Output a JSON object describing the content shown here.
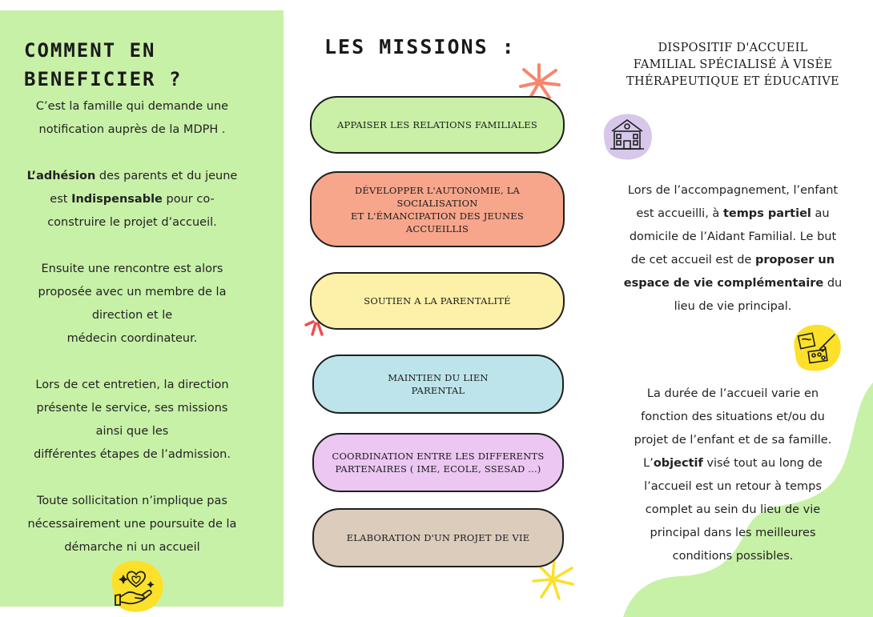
{
  "left": {
    "title_line1": "COMMENT EN",
    "title_line2": "BENEFICIER ?",
    "p1": {
      "l1": "C’est la famille qui demande une",
      "l2": "notification auprès de la MDPH ."
    },
    "p2": {
      "b1": "L’adhésion",
      "t1": " des parents et du jeune",
      "t2": "est ",
      "b2": "Indispensable",
      "t3": " pour co-",
      "t4": "construire le projet d’accueil."
    },
    "p3": {
      "l1": "Ensuite  une rencontre est alors",
      "l2": "proposée avec un membre de la",
      "l3": "direction et le",
      "l4": "médecin coordinateur."
    },
    "p4": {
      "l1": "Lors de cet entretien, la direction",
      "l2": "présente le service, ses missions",
      "l3": "ainsi que les",
      "l4": "différentes étapes de l’admission."
    },
    "p5": {
      "l1": "Toute sollicitation n’implique pas",
      "l2": "nécessairement une poursuite de la",
      "l3": "démarche ni un accueil"
    }
  },
  "middle": {
    "title": "LES MISSIONS :",
    "missions": [
      {
        "lines": [
          "APPAISER LES RELATIONS FAMILIALES"
        ]
      },
      {
        "lines": [
          "DÉVELOPPER L'AUTONOMIE, LA SOCIALISATION",
          "ET L'ÉMANCIPATION DES JEUNES",
          "ACCUEILLIS"
        ]
      },
      {
        "lines": [
          "SOUTIEN A LA PARENTALITÉ"
        ]
      },
      {
        "lines": [
          "MAINTIEN DU LIEN",
          "PARENTAL"
        ]
      },
      {
        "lines": [
          "COORDINATION ENTRE LES DIFFERENTS",
          "PARTENAIRES ( IME, ECOLE, SSESAD ...)"
        ]
      },
      {
        "lines": [
          "ELABORATION D'UN PROJET DE VIE"
        ]
      }
    ]
  },
  "right": {
    "title_l1": "DISPOSITIF D'ACCUEIL",
    "title_l2": "FAMILIAL SPÉCIALISÉ À VISÉE",
    "title_l3": "THÉRAPEUTIQUE ET ÉDUCATIVE",
    "p1": {
      "l1": "Lors de l’accompagnement, l’enfant",
      "l2a": "est accueilli, à ",
      "l2b": "temps partiel",
      "l2c": " au",
      "l3": "domicile de l’Aidant Familial. Le but",
      "l4a": "de cet accueil est de ",
      "l4b": "proposer un",
      "l5a": "espace de vie complémentaire",
      "l5b": " du",
      "l6": "lieu de vie principal."
    },
    "p2": {
      "l1": "La durée de l’accueil varie en",
      "l2": "fonction des situations et/ou du",
      "l3": "projet de l’enfant et de sa famille.",
      "l4a": "L’",
      "l4b": "objectif",
      "l4c": " visé tout au long de",
      "l5": "l’accueil est un retour à temps",
      "l6": "complet au sein du lieu de vie",
      "l7": "principal dans les meilleures",
      "l8": "conditions possibles."
    }
  },
  "colors": {
    "left_panel": "#c8f1a8",
    "mission_1": "#c9f0a6",
    "mission_2": "#f7a68b",
    "mission_3": "#fdf0a8",
    "mission_4": "#bde4eb",
    "mission_5": "#ebc7f2",
    "mission_6": "#dcccbc",
    "accent_yellow": "#fce029",
    "accent_purple": "#d7c7ea",
    "accent_green": "#c8f1a8"
  },
  "icons": [
    "heart-hands-icon",
    "school-building-icon",
    "art-supplies-icon",
    "sparkle-decoration"
  ]
}
